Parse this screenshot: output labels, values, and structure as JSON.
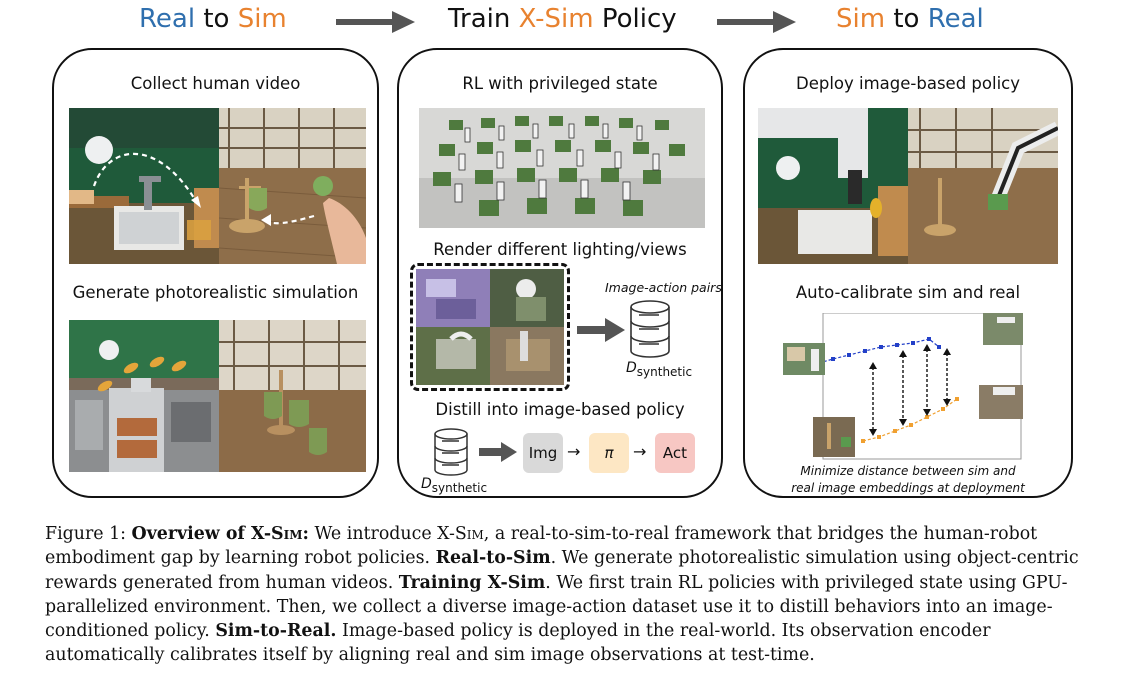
{
  "header": {
    "col1": {
      "part1": "Real",
      "part2": " to ",
      "part3": "Sim"
    },
    "col2": {
      "part1": "Train ",
      "part2": "X-Sim",
      "part3": " Policy"
    },
    "col3": {
      "part1": "Sim",
      "part2": " to ",
      "part3": "Real"
    }
  },
  "colors": {
    "blue": "#2f6fae",
    "orange": "#e8822f",
    "img_box": "#d9d9d9",
    "pi_box": "#fde7c4",
    "act_box": "#f7c7c3"
  },
  "panel1": {
    "title_top": "Collect human video",
    "title_bottom": "Generate photorealistic simulation"
  },
  "panel2": {
    "title_top": "RL with privileged state",
    "title_render": "Render different lighting/views",
    "pairs_label": "Image-action pairs",
    "dataset_label": "D",
    "dataset_sub": "synthetic",
    "title_distill": "Distill into image-based policy",
    "box_img": "Img",
    "box_pi": "π",
    "box_act": "Act"
  },
  "panel3": {
    "title_top": "Deploy image-based policy",
    "title_calib": "Auto-calibrate sim and real",
    "note_line1": "Minimize distance between sim and",
    "note_line2": "real image embeddings at deployment"
  },
  "caption": {
    "fig": "Figure 1: ",
    "b_overview": "Overview of X-S",
    "b_overview_sc": "im",
    "b_overview_colon": ":",
    "t1": " We introduce X-S",
    "t1_sc": "im",
    "t2": ", a real-to-sim-to-real framework that bridges the human-robot embodiment gap by learning robot policies. ",
    "b_r2s": "Real-to-Sim",
    "t3": ". We generate photorealistic simulation using object-centric rewards generated from human videos. ",
    "b_train": "Training X-Sim",
    "t4": ". We first train RL policies with privileged state using GPU-parallelized environment. Then, we collect a diverse image-action dataset use it to distill behaviors into an image-conditioned policy. ",
    "b_s2r": "Sim-to-Real.",
    "t5": " Image-based policy is deployed in the real-world. Its observation encoder automatically calibrates itself by aligning real and sim image observations at test-time."
  }
}
